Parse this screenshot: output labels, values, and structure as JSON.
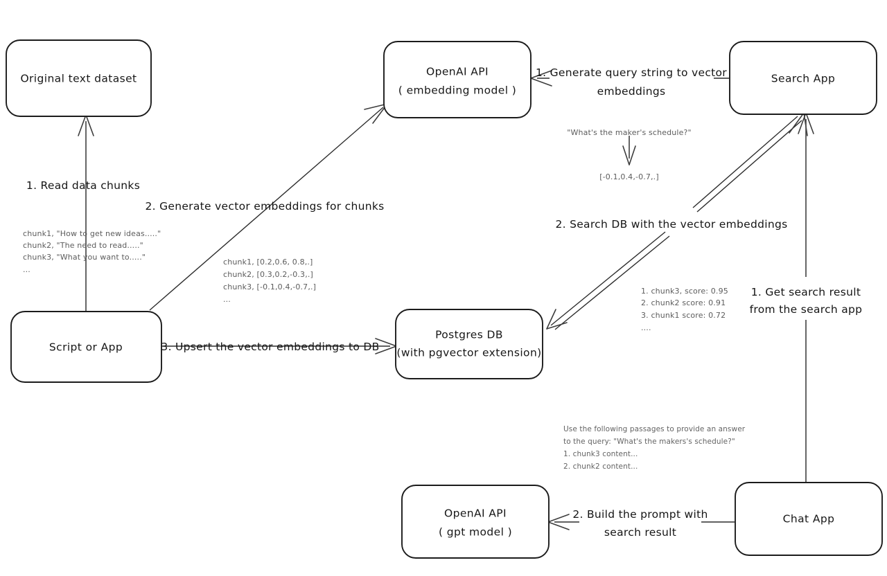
{
  "diagram": {
    "title": "Vector embedding search and chat architecture",
    "background_color": "#ffffff",
    "node_stroke_color": "#1b1b1b",
    "edge_color": "#4a4a4a",
    "note_color": "#5c5c5c",
    "nodes": [
      {
        "id": "original-text-dataset",
        "label": "Original text dataset",
        "line2": ""
      },
      {
        "id": "openai-embedding",
        "label": "OpenAI API",
        "line2": "( embedding model )"
      },
      {
        "id": "search-app",
        "label": "Search App",
        "line2": ""
      },
      {
        "id": "script-or-app",
        "label": "Script or App",
        "line2": ""
      },
      {
        "id": "postgres-db",
        "label": "Postgres DB",
        "line2": "(with pgvector extension)"
      },
      {
        "id": "openai-gpt",
        "label": "OpenAI API",
        "line2": "( gpt model )"
      },
      {
        "id": "chat-app",
        "label": "Chat App",
        "line2": ""
      }
    ],
    "edges": [
      {
        "id": "read-data-chunks",
        "label": "1. Read data chunks"
      },
      {
        "id": "generate-vector-embeddings",
        "label": "2. Generate vector embeddings for chunks"
      },
      {
        "id": "upsert-to-db",
        "label": "3. Upsert the vector embeddings  to DB"
      },
      {
        "id": "generate-query-embeddings",
        "label_line1": "1. Generate query string to vector",
        "label_line2": "embeddings"
      },
      {
        "id": "search-db",
        "label": "2. Search DB with the vector embeddings"
      },
      {
        "id": "get-search-result",
        "label_line1": "1. Get search result",
        "label_line2": "from the search app"
      },
      {
        "id": "build-prompt",
        "label_line1": "2. Build the prompt with",
        "label_line2": "search result"
      }
    ],
    "notes": {
      "source_chunks": {
        "id": "source-chunks-note",
        "lines": [
          "chunk1, \"How to get new ideas.....\"",
          "chunk2, \"The need to read.....\"",
          "chunk3, \"What you want to.....\"",
          "..."
        ]
      },
      "chunk_embeddings": {
        "id": "chunk-embeddings-note",
        "lines": [
          "chunk1, [0.2,0.6, 0.8,.]",
          "chunk2, [0.3,0.2,-0.3,.]",
          "chunk3, [-0.1,0.4,-0.7,.]",
          "..."
        ]
      },
      "query_example": {
        "id": "query-example-note",
        "query": "\"What's the maker's schedule?\"",
        "vector": "[-0.1,0.4,-0.7,.]"
      },
      "search_results": {
        "id": "search-results-note",
        "lines": [
          "1. chunk3, score: 0.95",
          "2. chunk2 score: 0.91",
          "3. chunk1 score: 0.72",
          "...."
        ]
      },
      "prompt_example": {
        "id": "prompt-example-note",
        "lines": [
          "Use the following passages to provide an answer",
          "to the query: \"What's the makers's schedule?\"",
          "1. chunk3 content...",
          "2. chunk2 content..."
        ]
      }
    }
  }
}
